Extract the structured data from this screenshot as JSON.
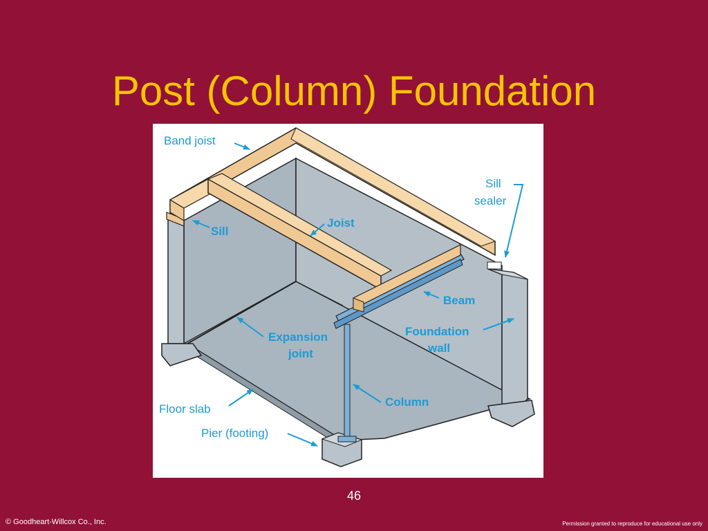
{
  "slide": {
    "title": "Post (Column) Foundation",
    "page_number": "46",
    "footer_left": "© Goodheart-Willcox Co., Inc.",
    "footer_right": "Permission granted to reproduce for educational use only"
  },
  "colors": {
    "background": "#921137",
    "title": "#f5c400",
    "label": "#1a9cd6",
    "wood": "#efc893",
    "concrete": "#a9b5bf",
    "steel": "#7fb1d8"
  },
  "diagram": {
    "labels": {
      "band_joist": "Band joist",
      "sill_sealer_line1": "Sill",
      "sill_sealer_line2": "sealer",
      "joist": "Joist",
      "sill": "Sill",
      "beam": "Beam",
      "foundation_wall_line1": "Foundation",
      "foundation_wall_line2": "wall",
      "expansion_joint_line1": "Expansion",
      "expansion_joint_line2": "joint",
      "column": "Column",
      "floor_slab": "Floor slab",
      "pier_footing": "Pier (footing)"
    },
    "icons": [
      "arrow-icon"
    ]
  }
}
